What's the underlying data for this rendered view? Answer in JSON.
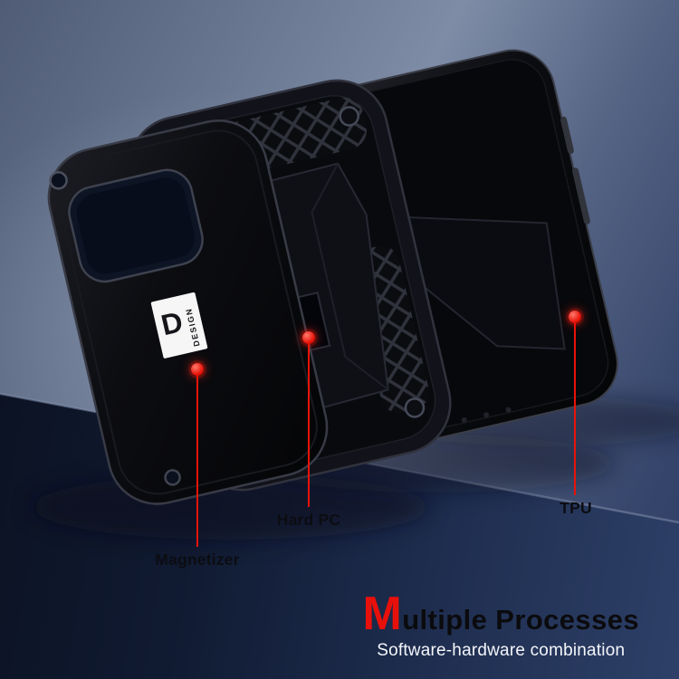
{
  "callouts": [
    {
      "id": "magnetizer",
      "label": "Magnetizer"
    },
    {
      "id": "hard-pc",
      "label": "Hard PC"
    },
    {
      "id": "tpu",
      "label": "TPU"
    }
  ],
  "brand_label": {
    "initial": "D",
    "text": "DESIGN"
  },
  "headline": {
    "accent_letter": "M",
    "rest": "ultiple Processes",
    "subtitle": "Software-hardware combination"
  },
  "colors": {
    "accent_red": "#e8100a",
    "headline_text": "#0b0b0e",
    "subtitle_text": "#f4f6fa",
    "case_black": "#0b0c10"
  }
}
